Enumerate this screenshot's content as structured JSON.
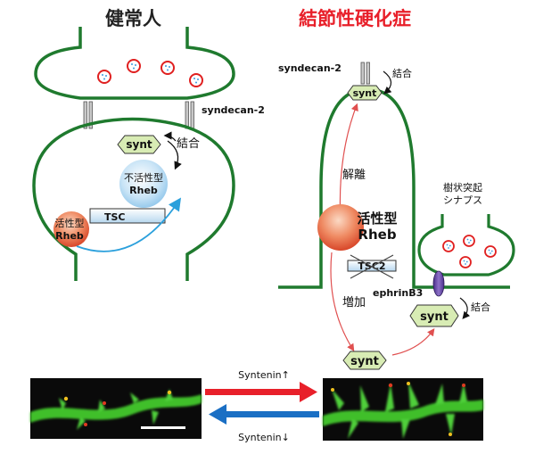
{
  "titles": {
    "healthy": "健常人",
    "tsc": "結節性硬化症"
  },
  "healthy_panel": {
    "syndecan": "syndecan-2",
    "binding": "結合",
    "synt": "synt",
    "inactive_rheb": [
      "不活性型",
      "Rheb"
    ],
    "active_rheb": [
      "活性型",
      "Rheb"
    ],
    "tsc": "TSC"
  },
  "tsc_panel": {
    "syndecan": "syndecan-2",
    "binding": "結合",
    "synt": "synt",
    "dissociation": "解離",
    "active_rheb": [
      "活性型",
      "Rheb"
    ],
    "tsc2": "TSC2",
    "increase": "増加",
    "dendrite_synapse": [
      "樹状突起",
      "シナプス"
    ],
    "ephrin": "ephrinB3",
    "binding2": "結合",
    "synt_ephrin": "synt",
    "synt_bottom": "synt"
  },
  "bottom": {
    "syntenin_up": "Syntenin↑",
    "syntenin_down": "Syntenin↓"
  },
  "colors": {
    "membrane": "#1f7a2e",
    "synt_fill": "#d8ecb4",
    "arrow_red": "#e8202a",
    "arrow_blue": "#1a6fc4",
    "thin_red": "#e05050",
    "thin_blue": "#2ba0dc"
  }
}
